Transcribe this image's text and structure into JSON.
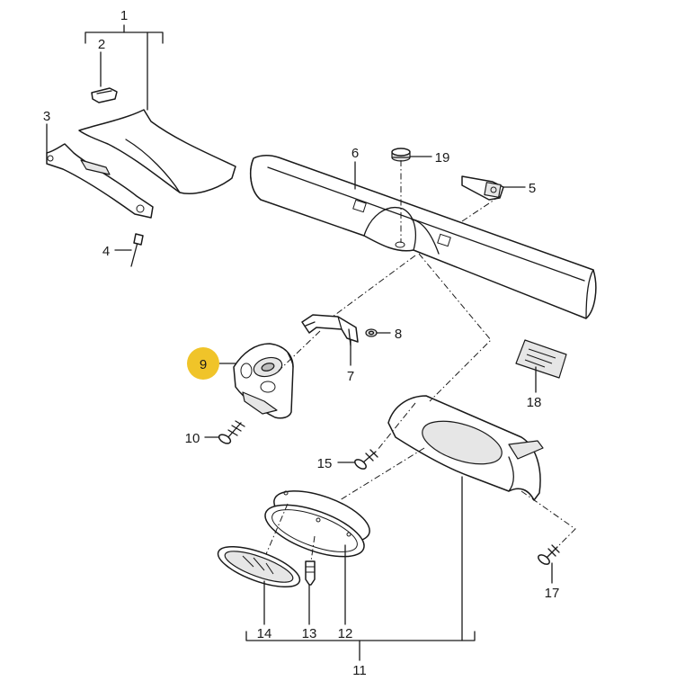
{
  "colors": {
    "highlight": "#f0c429",
    "line": "#1a1a1a",
    "background": "#ffffff"
  },
  "labels": {
    "p1": "1",
    "p2": "2",
    "p3": "3",
    "p4": "4",
    "p5": "5",
    "p6": "6",
    "p7": "7",
    "p8": "8",
    "p9": "9",
    "p10": "10",
    "p11": "11",
    "p12": "12",
    "p13": "13",
    "p14": "14",
    "p15": "15",
    "p17": "17",
    "p18": "18",
    "p19": "19"
  },
  "highlighted_part": "9"
}
